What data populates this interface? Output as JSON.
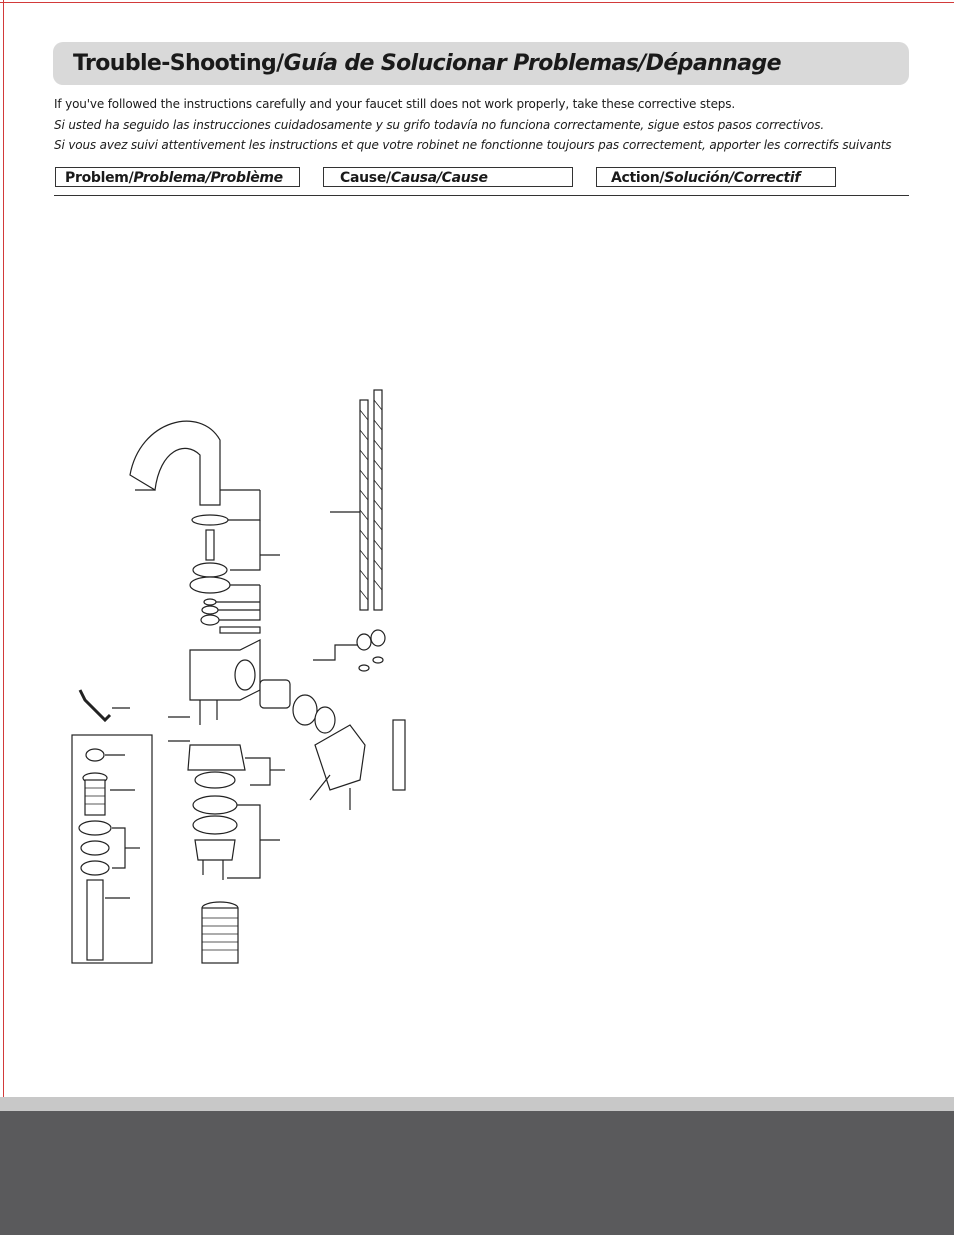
{
  "title": {
    "part_en": "Trouble-Shooting/",
    "part_es": "Guía de Solucionar Problemas/",
    "part_fr": "Dépannage"
  },
  "intro": {
    "en": "If you've followed the instructions carefully and your faucet still does not work properly, take these corrective steps.",
    "es": "Si usted ha seguido las instrucciones cuidadosamente y su grifo todavía no funciona correctamente, sigue estos pasos correctivos.",
    "fr": "Si vous avez suivi attentivement les instructions et que votre robinet ne fonctionne toujours pas correctement, apporter les correctifs suivants"
  },
  "columns": {
    "problem": {
      "en": "Problem/",
      "rest": "Problema/Problème"
    },
    "cause": {
      "en": "Cause/",
      "rest": "Causa/Cause"
    },
    "action": {
      "en": "Action/",
      "rest": "Solución/Correctif"
    }
  },
  "diagram": {
    "icon": "exploded-faucet-parts-diagram"
  },
  "colors": {
    "banner": "#d9d9d9",
    "footer_light": "#c8c8c8",
    "footer_dark": "#5a5a5c",
    "edge_rule": "#d23a3a"
  }
}
